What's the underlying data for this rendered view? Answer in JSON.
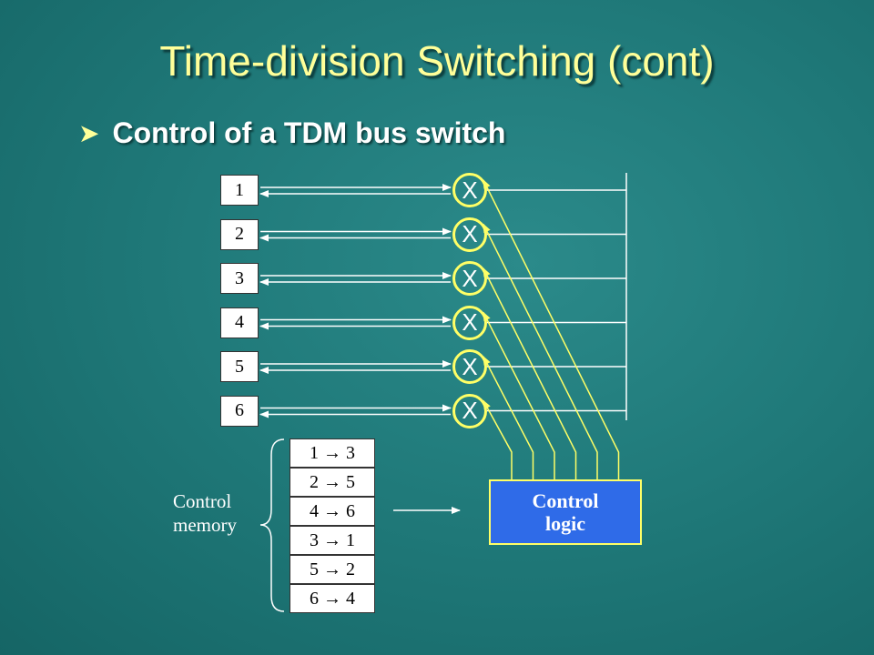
{
  "slide": {
    "title": "Time-division Switching (cont)",
    "bullet": "Control of a TDM bus switch",
    "bullet_icon": "arrowhead-bullet-icon"
  },
  "diagram": {
    "ports": [
      "1",
      "2",
      "3",
      "4",
      "5",
      "6"
    ],
    "switch_label": "X",
    "control_memory": {
      "label_line1": "Control",
      "label_line2": "memory",
      "entries": [
        "1 → 3",
        "2 → 5",
        "4 → 6",
        "3 → 1",
        "5 → 2",
        "6 → 4"
      ]
    },
    "control_logic": {
      "line1": "Control",
      "line2": "logic"
    }
  },
  "colors": {
    "background": "#207a7a",
    "title": "#ffff99",
    "switch_ring": "#ffff66",
    "control_logic_fill": "#2f6be8"
  }
}
